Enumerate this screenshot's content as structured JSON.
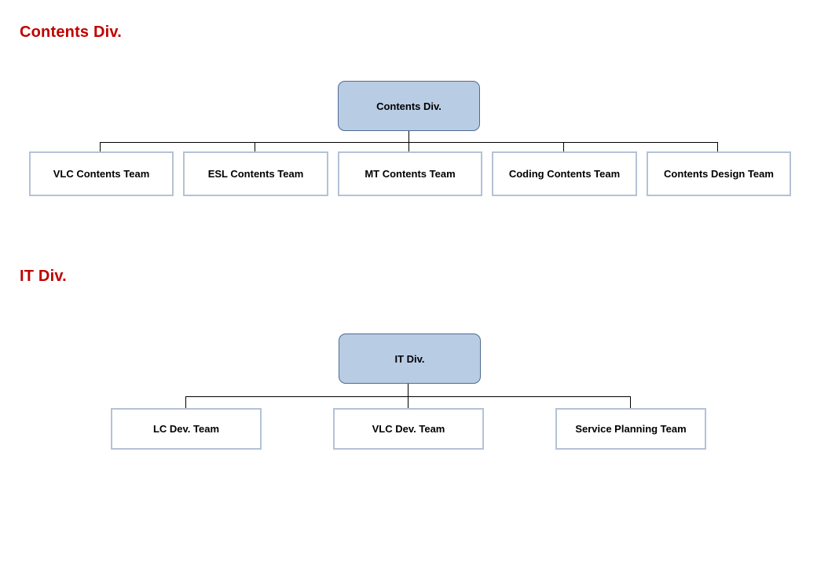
{
  "sections": {
    "contents": {
      "heading": "Contents Div.",
      "root": "Contents Div.",
      "teams": [
        "VLC Contents  Team",
        "ESL Contents  Team",
        "MT Contents  Team",
        "Coding Contents  Team",
        "Contents  Design Team"
      ]
    },
    "it": {
      "heading": "IT Div.",
      "root": "IT Div.",
      "teams": [
        "LC Dev.  Team",
        "VLC Dev.  Team",
        "Service Planning Team"
      ]
    }
  },
  "colors": {
    "heading": "#c00000",
    "root_fill": "#b8cce4",
    "root_border": "#4f6b8f",
    "team_border": "#b4c2d6",
    "connector": "#000000"
  }
}
